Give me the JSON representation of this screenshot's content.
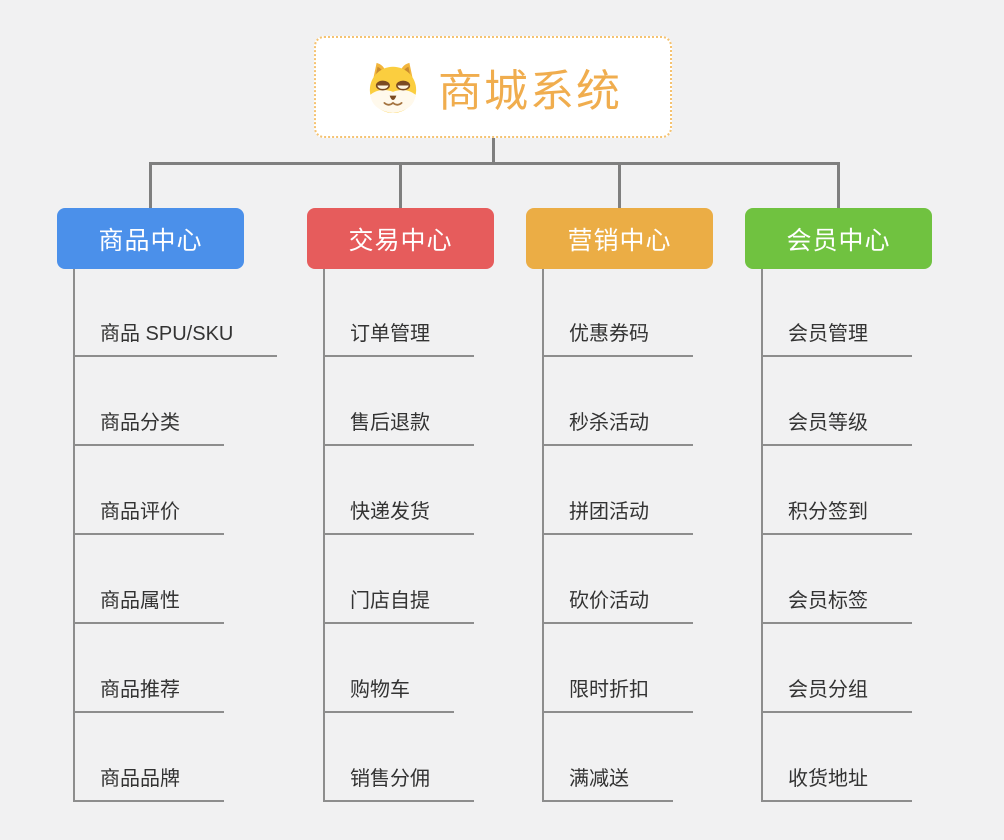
{
  "canvas": {
    "background": "#F1F1F2"
  },
  "root": {
    "title": "商城系统",
    "title_color": "#F0AD4E",
    "border_color": "#F5C372",
    "icon": "doge-icon"
  },
  "connector_color": "#7F7F7F",
  "branch_line_color": "#8D8D8D",
  "branches": [
    {
      "id": "product-center",
      "label": "商品中心",
      "color": "#4B90EA",
      "children": [
        "商品 SPU/SKU",
        "商品分类",
        "商品评价",
        "商品属性",
        "商品推荐",
        "商品品牌"
      ]
    },
    {
      "id": "trade-center",
      "label": "交易中心",
      "color": "#E65C5C",
      "children": [
        "订单管理",
        "售后退款",
        "快递发货",
        "门店自提",
        "购物车",
        "销售分佣"
      ]
    },
    {
      "id": "marketing-center",
      "label": "营销中心",
      "color": "#EBAD45",
      "children": [
        "优惠券码",
        "秒杀活动",
        "拼团活动",
        "砍价活动",
        "限时折扣",
        "满减送"
      ]
    },
    {
      "id": "member-center",
      "label": "会员中心",
      "color": "#70C240",
      "children": [
        "会员管理",
        "会员等级",
        "积分签到",
        "会员标签",
        "会员分组",
        "收货地址"
      ]
    }
  ]
}
